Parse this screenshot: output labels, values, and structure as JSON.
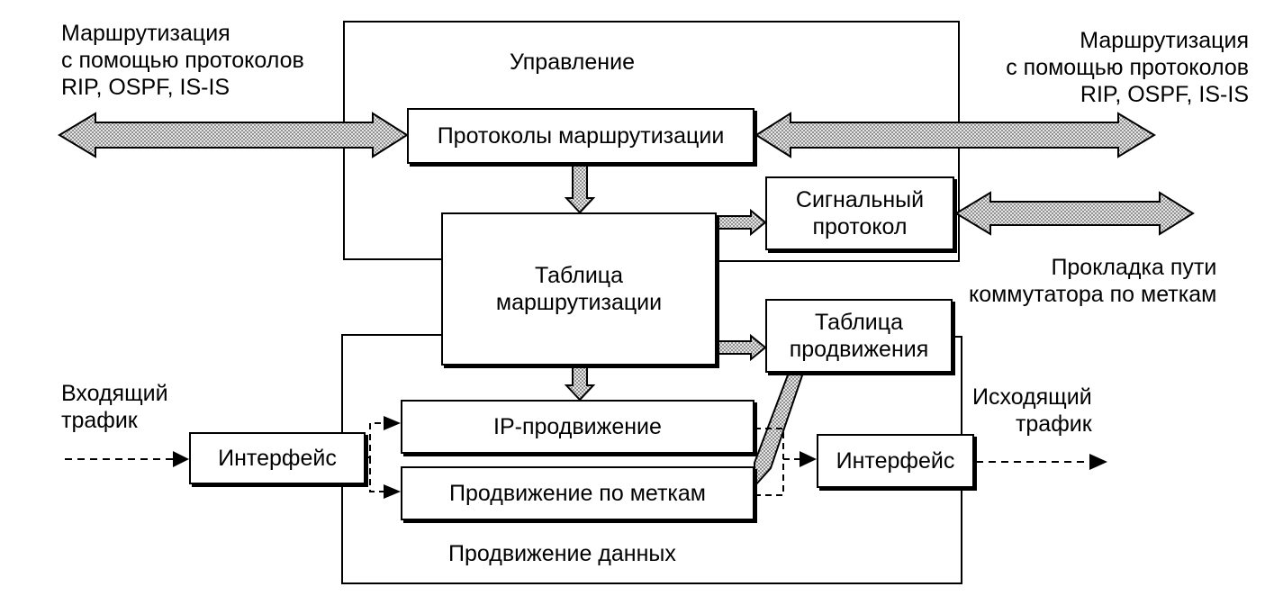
{
  "title_control": "Управление",
  "title_data_forwarding": "Продвижение данных",
  "routing_left": {
    "line1": "Маршрутизация",
    "line2": "с помощью протоколов",
    "line3": "RIP, OSPF, IS-IS"
  },
  "routing_right": {
    "line1": "Маршрутизация",
    "line2": "с помощью протоколов",
    "line3": "RIP, OSPF, IS-IS"
  },
  "label_path_setup": {
    "line1": "Прокладка пути",
    "line2": "коммутатора по меткам"
  },
  "label_incoming": {
    "line1": "Входящий",
    "line2": "трафик"
  },
  "label_outgoing": {
    "line1": "Исходящий",
    "line2": "трафик"
  },
  "boxes": {
    "routing_protocols": "Протоколы маршрутизации",
    "signaling_protocol": "Сигнальный\nпротокол",
    "routing_table": "Таблица\nмаршрутизации",
    "forwarding_table": "Таблица\nпродвижения",
    "ip_forwarding": "IP-продвижение",
    "label_forwarding": "Продвижение по меткам",
    "interface_in": "Интерфейс",
    "interface_out": "Интерфейс"
  },
  "colors": {
    "line": "#000000",
    "hatch_fill": "#c8c8c8",
    "background": "#ffffff"
  }
}
